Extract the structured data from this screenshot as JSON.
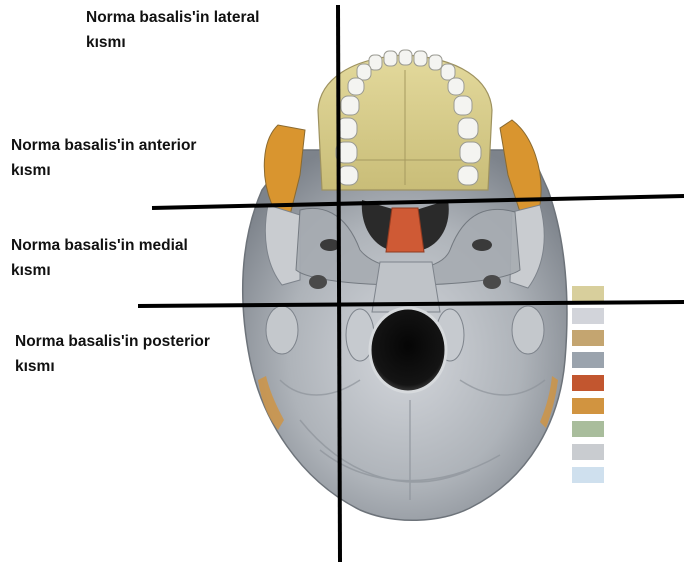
{
  "labels": {
    "lateral": {
      "line1": "Norma basalis'in lateral",
      "line2": "kısmı"
    },
    "anterior": {
      "line1": "Norma basalis'in anterior",
      "line2": "kısmı"
    },
    "medial": {
      "line1": "Norma basalis'in medial",
      "line2": "kısmı"
    },
    "posterior": {
      "line1": "Norma basalis'in posterior",
      "line2": "kısmı"
    }
  },
  "legend_colors": [
    "#d8cf9c",
    "#d2d4da",
    "#c4a570",
    "#9aa3ad",
    "#c2562f",
    "#d19440",
    "#a9bd9c",
    "#c9ccd0",
    "#cfe0ee"
  ],
  "colors": {
    "maxilla": "#d9cf8e",
    "bone": "#b9bdc2",
    "vomer": "#cf5a35",
    "zygomatic": "#d9952f",
    "teeth": "#f2f2ef",
    "divider": "#000000"
  }
}
